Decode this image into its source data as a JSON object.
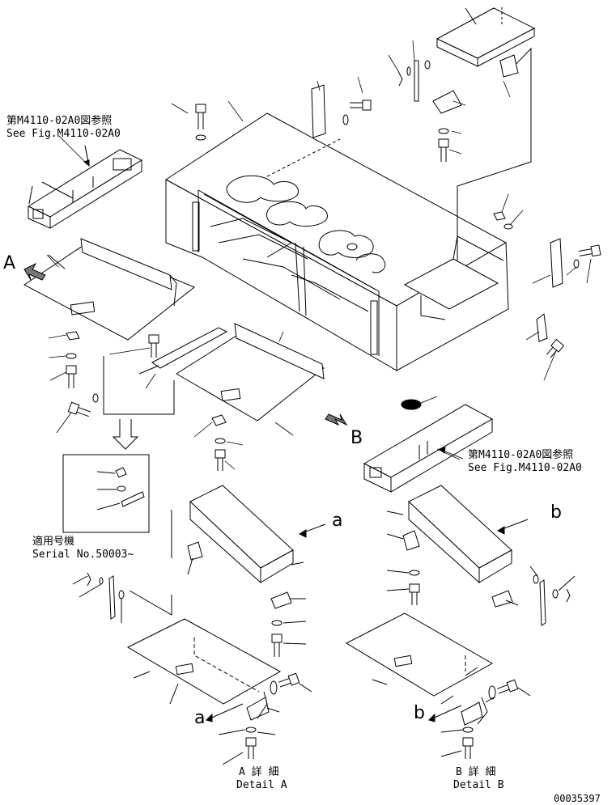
{
  "references": {
    "top_left": {
      "ja": "第M4110-02A0図参照",
      "en": "See Fig.M4110-02A0"
    },
    "right": {
      "ja": "第M4110-02A0図参照",
      "en": "See Fig.M4110-02A0"
    }
  },
  "view_arrows": {
    "a_label": "A",
    "b_label": "B"
  },
  "serial_note": {
    "ja": "適用号機",
    "en": "Serial No.50003~"
  },
  "detail_a": {
    "letter": "a",
    "ja": "A 詳 細",
    "en": "Detail A"
  },
  "detail_b": {
    "letter": "b",
    "ja": "B 詳 細",
    "en": "Detail B"
  },
  "drawing_number": "00035397"
}
